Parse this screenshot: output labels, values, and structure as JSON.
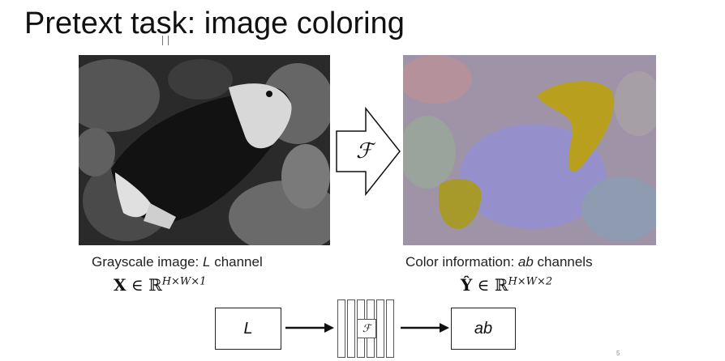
{
  "slide": {
    "title": "Pretext task: image coloring",
    "page_number": "5"
  },
  "left_panel": {
    "caption_prefix": "Grayscale image: ",
    "caption_channel": "L",
    "caption_suffix": " channel",
    "math_symbol": "X",
    "math_in": "∈",
    "math_space": "ℝ",
    "math_dims": "H×W×1"
  },
  "right_panel": {
    "caption_prefix": "Color information: ",
    "caption_channel": "ab",
    "caption_suffix": " channels",
    "math_symbol": "Ŷ",
    "math_in": "∈",
    "math_space": "ℝ",
    "math_dims": "H×W×2"
  },
  "big_arrow": {
    "label": "ℱ"
  },
  "pipeline": {
    "input_label": "L",
    "network_label": "ℱ",
    "output_label": "ab"
  },
  "colors": {
    "colormap_bg": "#9f93a8",
    "colormap_yellow": "#b8a01e",
    "colormap_purple": "#9590cc"
  }
}
